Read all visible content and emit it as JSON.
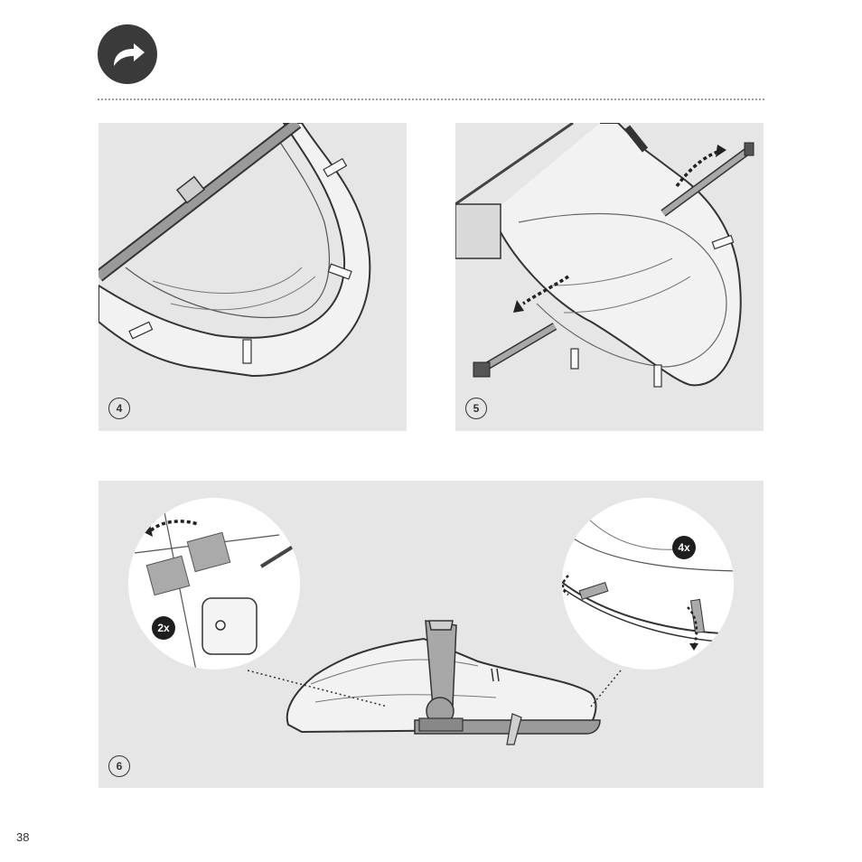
{
  "page": {
    "number": "38"
  },
  "header": {
    "icon": "curved-arrow-right-icon"
  },
  "steps": [
    {
      "number": "4"
    },
    {
      "number": "5"
    },
    {
      "number": "6"
    }
  ],
  "callouts": {
    "left_badge": "2x",
    "right_badge": "4x"
  }
}
